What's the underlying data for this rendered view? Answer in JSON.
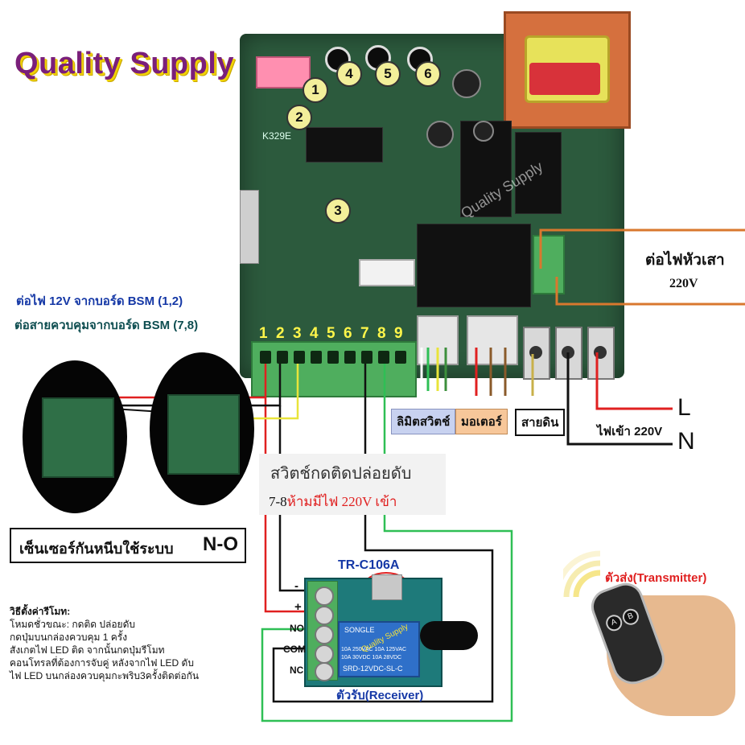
{
  "brand": {
    "title": "Quality Supply",
    "watermark": "Quality Supply"
  },
  "board": {
    "labels": {
      "dip": "1",
      "btn": "2",
      "open": "3",
      "knob4": "4",
      "knob5": "5",
      "knob6": "6"
    },
    "model": "K329E",
    "terminal_numbers": [
      "1",
      "2",
      "3",
      "4",
      "5",
      "6",
      "7",
      "8",
      "9"
    ]
  },
  "power_side": {
    "post_power_label": "ต่อไฟหัวเสา",
    "post_voltage": "220V",
    "input_label": "ไฟเข้า 220V",
    "line_L": "L",
    "line_N": "N"
  },
  "left_notes": {
    "power_12v": "ต่อไฟ 12V จากบอร์ด BSM (1,2)",
    "control_78": "ต่อสายควบคุมจากบอร์ด BSM (7,8)"
  },
  "terminal_labels": {
    "limit_switch": "ลิมิตสวิตช์",
    "motor": "มอเตอร์",
    "ground": "สายดิน"
  },
  "warning": {
    "line1": "สวิตช์กดติดปล่อยดับ",
    "line2_prefix": "7-8",
    "line2_red": "ห้ามมีไฟ 220V เข้า"
  },
  "sensor_label": {
    "text": "เซ็นเซอร์กันหนีบใช้ระบบ ",
    "mode": "N-O"
  },
  "receiver": {
    "model": "TR-C106A",
    "label": "ตัวรับ(Receiver)",
    "pins": [
      "-",
      "+",
      "NO",
      "COM",
      "NC"
    ],
    "relay_text": [
      "SONGLE",
      "10A 250VAC  10A 125VAC",
      "10A 30VDC  10A 28VDC",
      "SRD-12VDC-SL-C"
    ],
    "watermark": "Quality Supply"
  },
  "transmitter": {
    "label": "ตัวส่ง(Transmitter)",
    "buttons": [
      "A",
      "B"
    ]
  },
  "instructions": [
    "วิธีตั้งค่ารีโมท:",
    "โหมดชั่วขณะ: กดติด ปล่อยดับ",
    "กดปุ่มบนกล่องควบคุม 1 ครั้ง",
    "สังเกตไฟ LED ติด จากนั้นกดปุ่มรีโมท",
    "คอนโทรลที่ต้องการจับคู่ หลังจากไฟ LED ดับ",
    "ไฟ LED บนกล่องควบคุมกะพริบ3ครั้งติดต่อกัน"
  ],
  "colors": {
    "wire_red": "#e02020",
    "wire_black": "#111111",
    "wire_yellow": "#e9e43a",
    "wire_green": "#2fbf55",
    "wire_orange": "#d9782e",
    "brand_purple": "#7a1f7a"
  }
}
